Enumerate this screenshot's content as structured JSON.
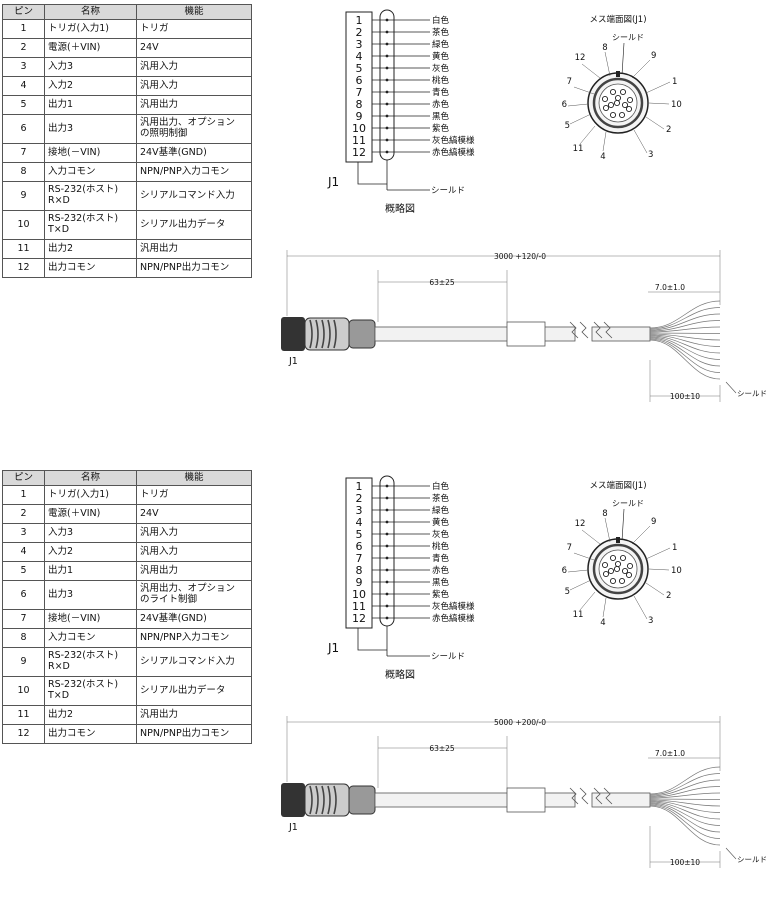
{
  "panels": [
    {
      "table": {
        "headers": [
          "ピン",
          "名称",
          "機能"
        ],
        "rows": [
          {
            "pin": "1",
            "name": "トリガ(入力1)",
            "func": "トリガ"
          },
          {
            "pin": "2",
            "name": "電源(＋VIN)",
            "func": "24V"
          },
          {
            "pin": "3",
            "name": "入力3",
            "func": "汎用入力"
          },
          {
            "pin": "4",
            "name": "入力2",
            "func": "汎用入力"
          },
          {
            "pin": "5",
            "name": "出力1",
            "func": "汎用出力"
          },
          {
            "pin": "6",
            "name": "出力3",
            "func": "汎用出力、オプション\nの照明制御"
          },
          {
            "pin": "7",
            "name": "接地(－VIN)",
            "func": "24V基準(GND)"
          },
          {
            "pin": "8",
            "name": "入力コモン",
            "func": "NPN/PNP入力コモン"
          },
          {
            "pin": "9",
            "name": "RS-232(ホスト)\nR×D",
            "func": "シリアルコマンド入力"
          },
          {
            "pin": "10",
            "name": "RS-232(ホスト)\nT×D",
            "func": "シリアル出力データ"
          },
          {
            "pin": "11",
            "name": "出力2",
            "func": "汎用出力"
          },
          {
            "pin": "12",
            "name": "出力コモン",
            "func": "NPN/PNP出力コモン"
          }
        ]
      },
      "schematic": {
        "wire_colors": [
          "白色",
          "茶色",
          "緑色",
          "黄色",
          "灰色",
          "桃色",
          "青色",
          "赤色",
          "黒色",
          "紫色",
          "灰色縞模様",
          "赤色縞模様"
        ],
        "connector_label": "J1",
        "shield_label": "シールド",
        "caption": "概略図"
      },
      "end_view": {
        "title": "メス端面図(J1)",
        "shield_label": "シールド",
        "pin_numbers": [
          "8",
          "9",
          "1",
          "10",
          "2",
          "3",
          "4",
          "11",
          "5",
          "6",
          "7",
          "12"
        ]
      },
      "cable": {
        "total_length": "3000 +120/-0",
        "connector_dim": "63±25",
        "strip_dim": "7.0±1.0",
        "lead_dim": "100±10",
        "connector_label": "J1",
        "shield_label": "シールド"
      }
    },
    {
      "table": {
        "headers": [
          "ピン",
          "名称",
          "機能"
        ],
        "rows": [
          {
            "pin": "1",
            "name": "トリガ(入力1)",
            "func": "トリガ"
          },
          {
            "pin": "2",
            "name": "電源(＋VIN)",
            "func": "24V"
          },
          {
            "pin": "3",
            "name": "入力3",
            "func": "汎用入力"
          },
          {
            "pin": "4",
            "name": "入力2",
            "func": "汎用入力"
          },
          {
            "pin": "5",
            "name": "出力1",
            "func": "汎用出力"
          },
          {
            "pin": "6",
            "name": "出力3",
            "func": "汎用出力、オプション\nのライト制御"
          },
          {
            "pin": "7",
            "name": "接地(－VIN)",
            "func": "24V基準(GND)"
          },
          {
            "pin": "8",
            "name": "入力コモン",
            "func": "NPN/PNP入力コモン"
          },
          {
            "pin": "9",
            "name": "RS-232(ホスト)\nR×D",
            "func": "シリアルコマンド入力"
          },
          {
            "pin": "10",
            "name": "RS-232(ホスト)\nT×D",
            "func": "シリアル出力データ"
          },
          {
            "pin": "11",
            "name": "出力2",
            "func": "汎用出力"
          },
          {
            "pin": "12",
            "name": "出力コモン",
            "func": "NPN/PNP出力コモン"
          }
        ]
      },
      "schematic": {
        "wire_colors": [
          "白色",
          "茶色",
          "緑色",
          "黄色",
          "灰色",
          "桃色",
          "青色",
          "赤色",
          "黒色",
          "紫色",
          "灰色縞模様",
          "赤色縞模様"
        ],
        "connector_label": "J1",
        "shield_label": "シールド",
        "caption": "概略図"
      },
      "end_view": {
        "title": "メス端面図(J1)",
        "shield_label": "シールド",
        "pin_numbers": [
          "8",
          "9",
          "1",
          "10",
          "2",
          "3",
          "4",
          "11",
          "5",
          "6",
          "7",
          "12"
        ]
      },
      "cable": {
        "total_length": "5000 +200/-0",
        "connector_dim": "63±25",
        "strip_dim": "7.0±1.0",
        "lead_dim": "100±10",
        "connector_label": "J1",
        "shield_label": "シールド"
      }
    }
  ]
}
